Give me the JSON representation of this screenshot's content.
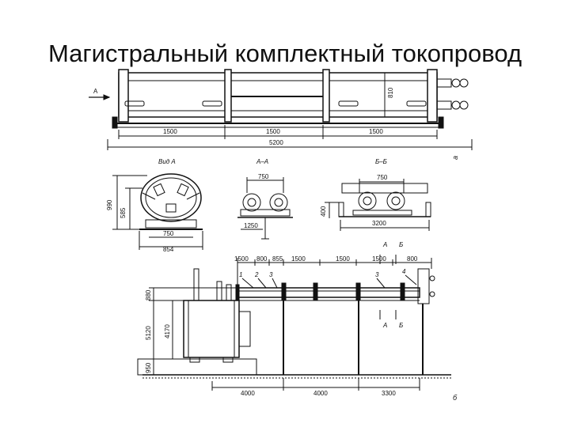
{
  "title": "Магистральный комплектный токопровод",
  "figure_a": {
    "label": "а",
    "view_marker": "А",
    "dims": {
      "sec1": "1500",
      "sec2": "1500",
      "sec3": "1500",
      "total": "5200",
      "height": "810"
    }
  },
  "view_a": {
    "title": "Вид А",
    "dims": {
      "h_total": "990",
      "h_inner": "585",
      "w_inner": "750",
      "w_outer": "854"
    }
  },
  "section_aa": {
    "title": "А–А",
    "dims": {
      "top": "750",
      "bottom": "1250"
    }
  },
  "section_bb": {
    "title": "Б–Б",
    "dims": {
      "top": "750",
      "side": "400",
      "bottom": "3200"
    }
  },
  "figure_b": {
    "label": "б",
    "top_dims": [
      "1500",
      "800",
      "855",
      "1500",
      "1500",
      "1500",
      "800"
    ],
    "callouts": [
      "1",
      "2",
      "3",
      "3",
      "4"
    ],
    "section_marks": [
      "А",
      "Б",
      "А",
      "Б"
    ],
    "left_dims": [
      "880",
      "5120",
      "950"
    ],
    "inner_dim": "4170",
    "bottom_dims": [
      "4000",
      "4000",
      "3300"
    ]
  }
}
